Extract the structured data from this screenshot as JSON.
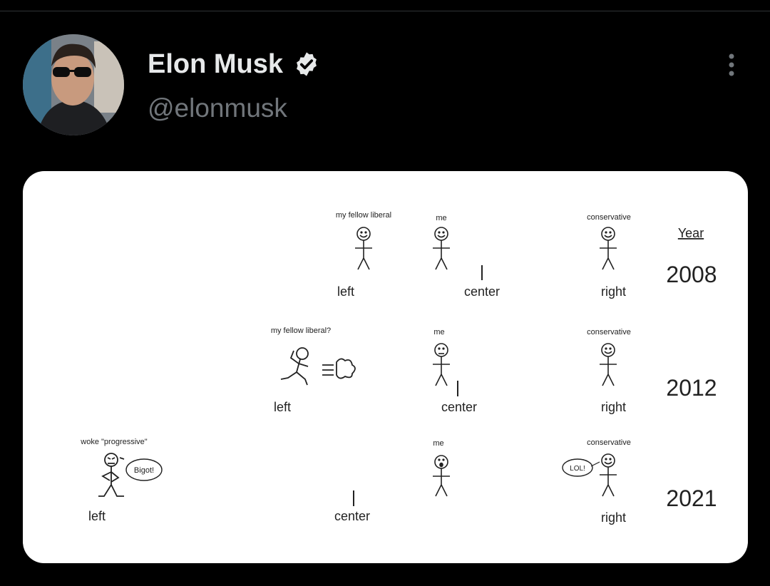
{
  "header": {
    "author_name": "Elon Musk",
    "handle": "@elonmusk",
    "verified_icon": "verified-badge-icon",
    "more_icon": "more-vertical-icon"
  },
  "comic": {
    "year_heading": "Year",
    "rows": [
      {
        "year": "2008",
        "left_label": "left",
        "center_label": "center",
        "right_label": "right",
        "figures": [
          {
            "caption": "my fellow liberal",
            "face": "smile"
          },
          {
            "caption": "me",
            "face": "smile"
          },
          {
            "caption": "conservative",
            "face": "smile"
          }
        ]
      },
      {
        "year": "2012",
        "left_label": "left",
        "center_label": "center",
        "right_label": "right",
        "figures": [
          {
            "caption": "my fellow liberal?",
            "face": "running"
          },
          {
            "caption": "me",
            "face": "frown"
          },
          {
            "caption": "conservative",
            "face": "smile"
          }
        ]
      },
      {
        "year": "2021",
        "left_label": "left",
        "center_label": "center",
        "right_label": "right",
        "figures": [
          {
            "caption": "woke \"progressive\"",
            "face": "angry",
            "speech": "Bigot!"
          },
          {
            "caption": "me",
            "face": "shocked"
          },
          {
            "caption": "conservative",
            "face": "smile",
            "speech": "LOL!"
          }
        ]
      }
    ]
  },
  "colors": {
    "background": "#000000",
    "liberal_blue": "#5b86c2",
    "conservative_red": "#cf5a5a",
    "muted_text": "#71767b",
    "verified": "#e7e9ea"
  }
}
